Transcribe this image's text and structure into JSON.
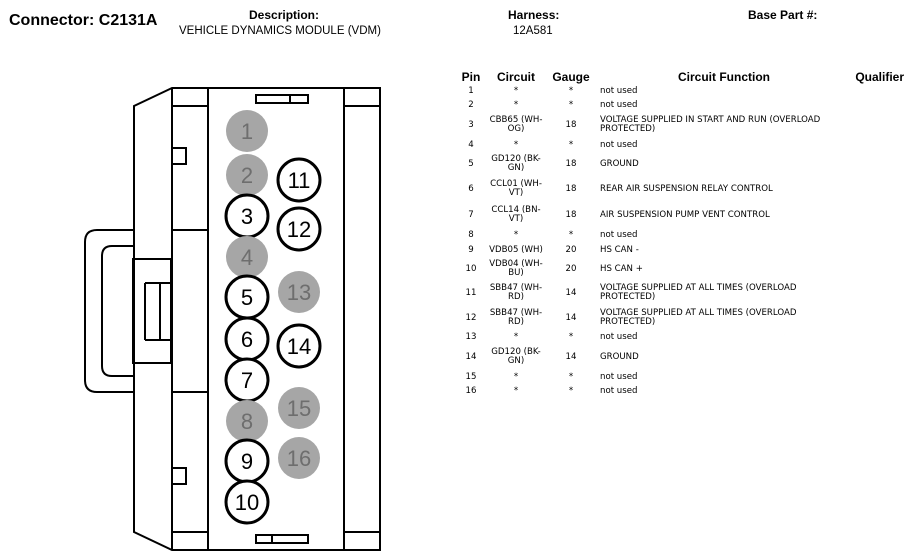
{
  "header": {
    "connector": "Connector: C2131A",
    "description_label": "Description:",
    "description_value": "VEHICLE DYNAMICS MODULE (VDM)",
    "harness_label": "Harness:",
    "harness_value": "12A581",
    "base_part_label": "Base Part #:"
  },
  "table": {
    "columns": [
      "Pin",
      "Circuit",
      "Gauge",
      "Circuit Function",
      "Qualifier"
    ],
    "rows": [
      {
        "pin": "1",
        "circuit": "*",
        "gauge": "*",
        "function": "not used",
        "h": 14
      },
      {
        "pin": "2",
        "circuit": "*",
        "gauge": "*",
        "function": "not used",
        "h": 14
      },
      {
        "pin": "3",
        "circuit": "CBB65 (WH-OG)",
        "gauge": "18",
        "function": "VOLTAGE SUPPLIED IN START AND RUN (OVERLOAD PROTECTED)",
        "h": 26
      },
      {
        "pin": "4",
        "circuit": "*",
        "gauge": "*",
        "function": "not used",
        "h": 14
      },
      {
        "pin": "5",
        "circuit": "GD120 (BK-GN)",
        "gauge": "18",
        "function": "GROUND",
        "h": 24
      },
      {
        "pin": "6",
        "circuit": "CCL01 (WH-VT)",
        "gauge": "18",
        "function": "REAR AIR SUSPENSION RELAY CONTROL",
        "h": 26
      },
      {
        "pin": "7",
        "circuit": "CCL14 (BN-VT)",
        "gauge": "18",
        "function": "AIR SUSPENSION PUMP VENT CONTROL",
        "h": 26
      },
      {
        "pin": "8",
        "circuit": "*",
        "gauge": "*",
        "function": "not used",
        "h": 14
      },
      {
        "pin": "9",
        "circuit": "VDB05 (WH)",
        "gauge": "20",
        "function": "HS CAN -",
        "h": 16
      },
      {
        "pin": "10",
        "circuit": "VDB04 (WH-BU)",
        "gauge": "20",
        "function": "HS CAN +",
        "h": 22
      },
      {
        "pin": "11",
        "circuit": "SBB47 (WH-RD)",
        "gauge": "14",
        "function": "VOLTAGE SUPPLIED AT ALL TIMES (OVERLOAD PROTECTED)",
        "h": 26
      },
      {
        "pin": "12",
        "circuit": "SBB47 (WH-RD)",
        "gauge": "14",
        "function": "VOLTAGE SUPPLIED AT ALL TIMES (OVERLOAD PROTECTED)",
        "h": 24
      },
      {
        "pin": "13",
        "circuit": "*",
        "gauge": "*",
        "function": "not used",
        "h": 14
      },
      {
        "pin": "14",
        "circuit": "GD120 (BK-GN)",
        "gauge": "14",
        "function": "GROUND",
        "h": 26
      },
      {
        "pin": "15",
        "circuit": "*",
        "gauge": "*",
        "function": "not used",
        "h": 14
      },
      {
        "pin": "16",
        "circuit": "*",
        "gauge": "*",
        "function": "not used",
        "h": 14
      }
    ]
  },
  "connector_pins": [
    {
      "label": "1",
      "used": false
    },
    {
      "label": "2",
      "used": false
    },
    {
      "label": "3",
      "used": true
    },
    {
      "label": "4",
      "used": false
    },
    {
      "label": "5",
      "used": true
    },
    {
      "label": "6",
      "used": true
    },
    {
      "label": "7",
      "used": true
    },
    {
      "label": "8",
      "used": false
    },
    {
      "label": "9",
      "used": true
    },
    {
      "label": "10",
      "used": true
    },
    {
      "label": "11",
      "used": true
    },
    {
      "label": "12",
      "used": true
    },
    {
      "label": "13",
      "used": false
    },
    {
      "label": "14",
      "used": true
    },
    {
      "label": "15",
      "used": false
    },
    {
      "label": "16",
      "used": false
    }
  ],
  "colors": {
    "unused_pin_fill": "#a6a6a6",
    "unused_pin_text": "#6e6e6e",
    "used_pin_stroke": "#000000"
  }
}
